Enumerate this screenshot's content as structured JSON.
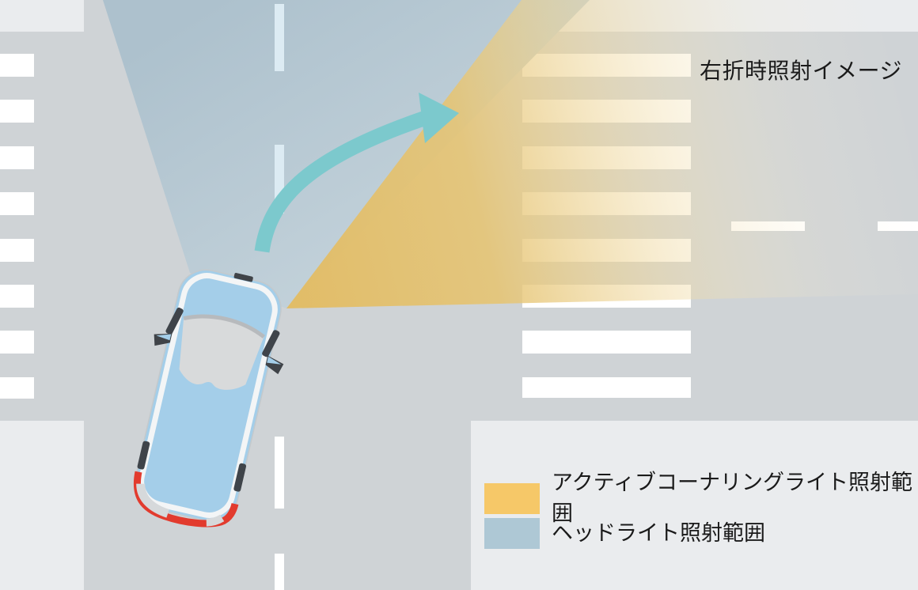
{
  "title": "右折時照射イメージ",
  "legend": {
    "items": [
      {
        "id": "cornering",
        "label": "アクティブコーナリングライト照射範囲",
        "color": "#F6C868"
      },
      {
        "id": "headlight",
        "label": "ヘッドライト照射範囲",
        "color": "#AEC8D5"
      }
    ]
  },
  "colors": {
    "road": "#CFD3D6",
    "sidewalk": "#EAECEE",
    "lane_marking": "#FFFFFF",
    "marking_in_beam": "#DCEBF3",
    "headlight_beam_top": "#ADC1CD",
    "headlight_beam_bottom": "#C6D4DC",
    "cornering_beam": "#E2BC64",
    "turn_arrow": "#7CC9CD",
    "car_body": "#A4CEE9",
    "car_glass": "#D8DADB",
    "car_taillight": "#E23B2E",
    "title_text": "#1A1A1A"
  }
}
